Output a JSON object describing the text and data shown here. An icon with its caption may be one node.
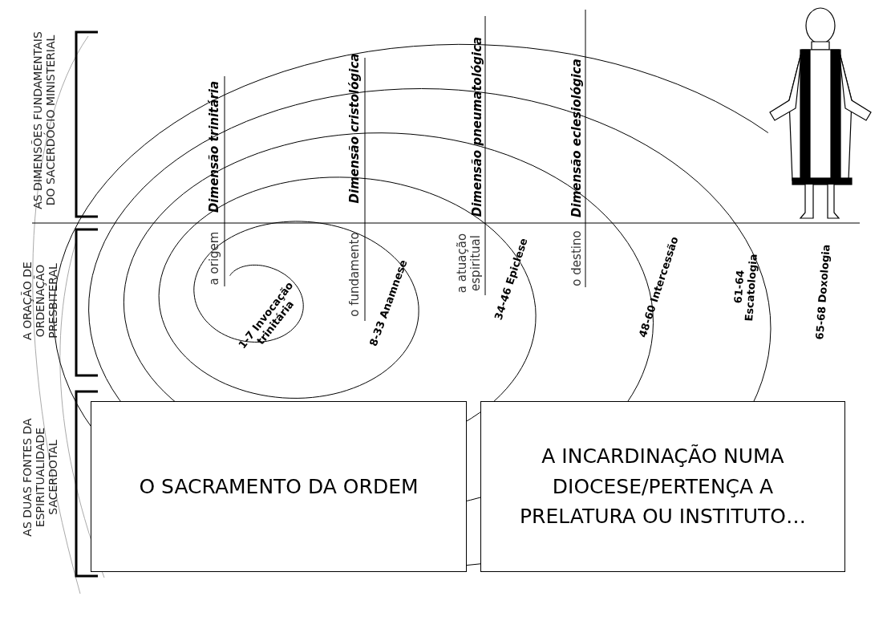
{
  "diagram": {
    "nodes": [
      {
        "text": [
          "O SACRAMENTO DA ORDEM"
        ]
      },
      {
        "text": [
          "A INCARDINAÇÃO NUMA DIOCESE/PERTENÇA A PRELATURA OU INSTITUTO…"
        ]
      }
    ],
    "labels": [
      "AS DIMENSÕES FUNDAMENTAIS DO SACERDÓCIO MINISTERIAL",
      "A ORAÇÃO DE ORDENAÇÃO PRESBITERAL",
      "AS DUAS FONTES DA ESPIRITUALIDADE SACERDOTAL",
      "Dimensão trinitária",
      "a origem",
      "Dimensão cristológica",
      "o fundamento",
      "Dimensão pneumatológica",
      "a atuação espiritual",
      "Dimensão eclesiológica",
      "o destino",
      "1-7 Invocação trinitária",
      "8-33 Anamnese",
      "34-46 Epiclese",
      "48-60 Intercessão",
      "61-64 Escatologia",
      "65-68 Doxologia"
    ]
  }
}
